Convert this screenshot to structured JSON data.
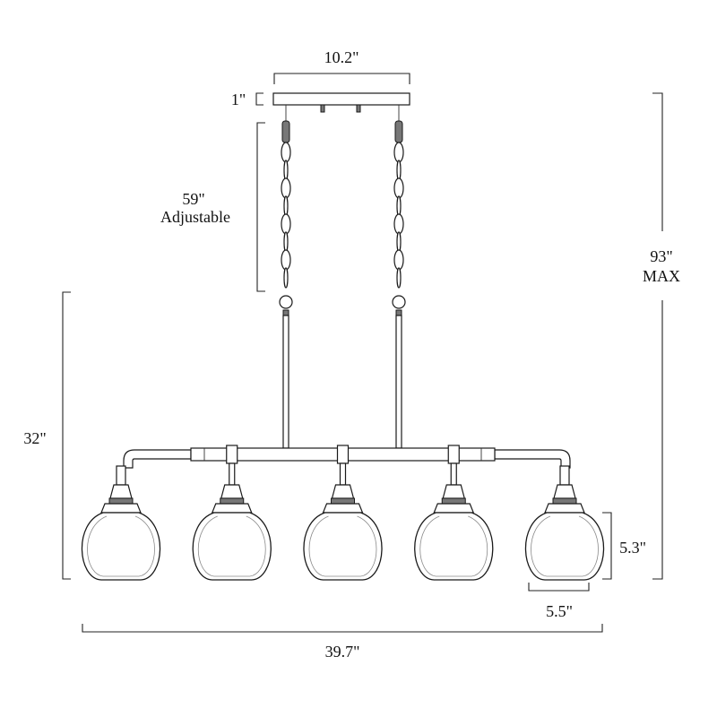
{
  "diagram": {
    "dimensions": {
      "canopy_width": "10.2\"",
      "canopy_height": "1\"",
      "chain_length": "59\"",
      "chain_note": "Adjustable",
      "max_height": "93\"",
      "max_note": "MAX",
      "fixture_height": "32\"",
      "shade_height": "5.3\"",
      "shade_width": "5.5\"",
      "overall_width": "39.7\""
    },
    "light_count": 5,
    "colors": {
      "line": "#222222",
      "background": "#ffffff"
    }
  }
}
